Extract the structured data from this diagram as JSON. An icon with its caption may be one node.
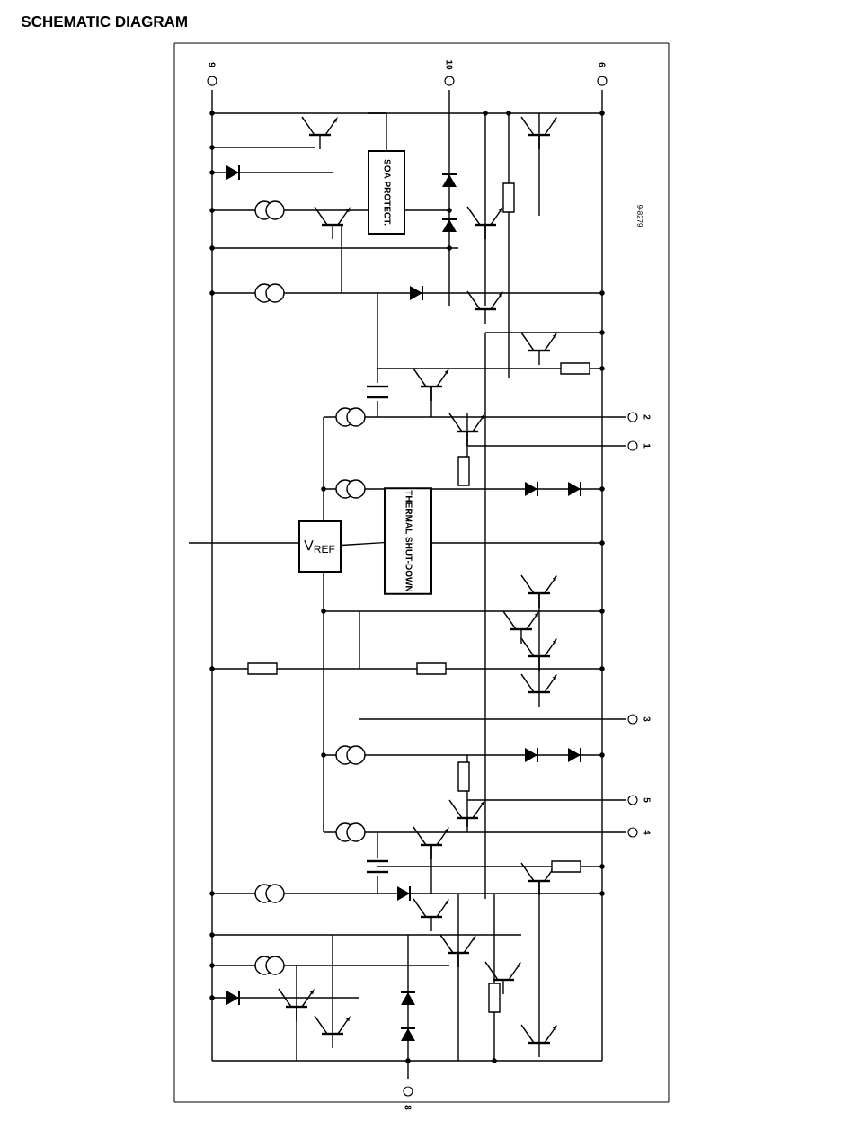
{
  "diagram": {
    "title": "SCHEMATIC DIAGRAM",
    "nodes": [
      {
        "text": [
          "SOA PROTECT."
        ]
      },
      {
        "text": [
          "V$_{REF}$"
        ]
      },
      {
        "text": [
          "THERMAL SHUT-DOWN"
        ]
      },
      {
        "text": [
          "9"
        ]
      },
      {
        "text": [
          "10"
        ]
      },
      {
        "text": [
          "6"
        ]
      },
      {
        "text": [
          "2"
        ]
      },
      {
        "text": [
          "1"
        ]
      },
      {
        "text": [
          "3"
        ]
      },
      {
        "text": [
          "5"
        ]
      },
      {
        "text": [
          "4"
        ]
      },
      {
        "text": [
          "8"
        ]
      }
    ],
    "edges": [
      {
        "from": 1,
        "to": 2,
        "arrow": "none"
      }
    ],
    "labels": [
      "9-8279"
    ]
  }
}
